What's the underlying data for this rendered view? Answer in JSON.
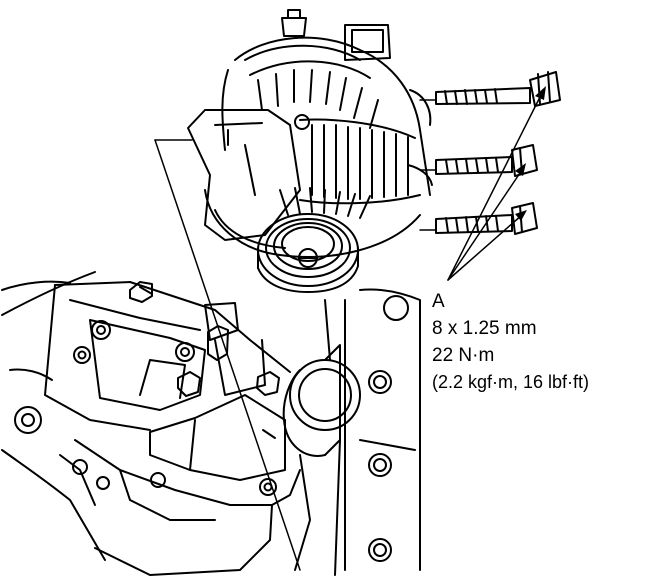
{
  "callout": {
    "letter": "A",
    "size": "8 x 1.25 mm",
    "torque_nm": "22 N·m",
    "torque_alt": "(2.2 kgf·m, 16 lbf·ft)"
  },
  "colors": {
    "ink": "#000000",
    "paper": "#ffffff"
  }
}
